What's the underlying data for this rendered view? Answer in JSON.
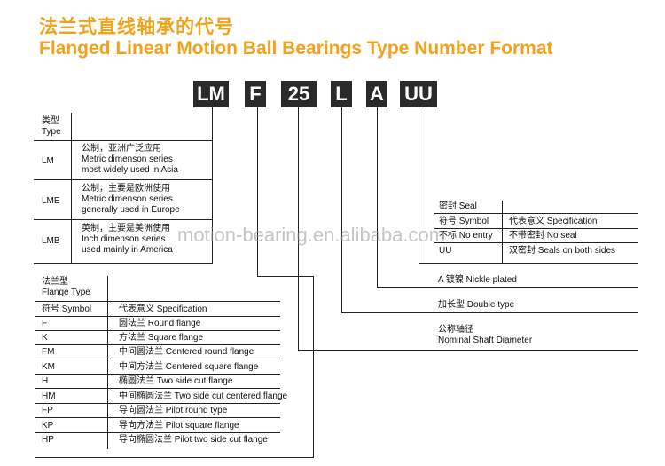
{
  "title": {
    "cn": "法兰式直线轴承的代号",
    "en": "Flanged Linear Motion Ball Bearings Type Number Format"
  },
  "code": [
    "LM",
    "F",
    "25",
    "L",
    "A",
    "UU"
  ],
  "type_table": {
    "header_cn": "类型",
    "header_en": "Type",
    "rows": [
      {
        "code": "LM",
        "cn": "公制，亚洲广泛应用",
        "en1": "Metric dimenson series",
        "en2": "most widely used in Asia"
      },
      {
        "code": "LME",
        "cn": "公制，主要是欧洲使用",
        "en1": "Metric dimenson series",
        "en2": "generally used in Europe"
      },
      {
        "code": "LMB",
        "cn": "英制，主要是美洲使用",
        "en1": "Inch dimenson series",
        "en2": "used mainly in America"
      }
    ]
  },
  "flange_table": {
    "header_cn": "法兰型",
    "header_en": "Flange Type",
    "col1": "符号 Symbol",
    "col2": "代表意义 Specification",
    "rows": [
      {
        "code": "F",
        "desc": "圆法兰 Round flange"
      },
      {
        "code": "K",
        "desc": "方法兰 Square flange"
      },
      {
        "code": "FM",
        "desc": "中间圆法兰 Centered round flange"
      },
      {
        "code": "KM",
        "desc": "中间方法兰 Centered square flange"
      },
      {
        "code": "H",
        "desc": "椭圆法兰 Two side cut flange"
      },
      {
        "code": "HM",
        "desc": "中间椭圆法兰 Two side cut centered flange"
      },
      {
        "code": "FP",
        "desc": "导向圆法兰 Pilot round type"
      },
      {
        "code": "KP",
        "desc": "导向方法兰 Pilot square flange"
      },
      {
        "code": "HP",
        "desc": "导向椭圆法兰 Pilot two side cut flange"
      }
    ]
  },
  "seal_table": {
    "header": "密封 Seal",
    "col1": "符号 Symbol",
    "col2": "代表意义 Specification",
    "rows": [
      {
        "code": "不标 No entry",
        "desc": "不带密封 No seal"
      },
      {
        "code": "UU",
        "desc": "双密封 Seals on both sides"
      }
    ]
  },
  "labels": {
    "a": "A  镀镍  Nickle plated",
    "l": "加长型 Double type",
    "shaft_cn": "公称轴径",
    "shaft_en": "Nominal Shaft Diameter"
  },
  "watermark": "motion-bearing.en.alibaba.com"
}
